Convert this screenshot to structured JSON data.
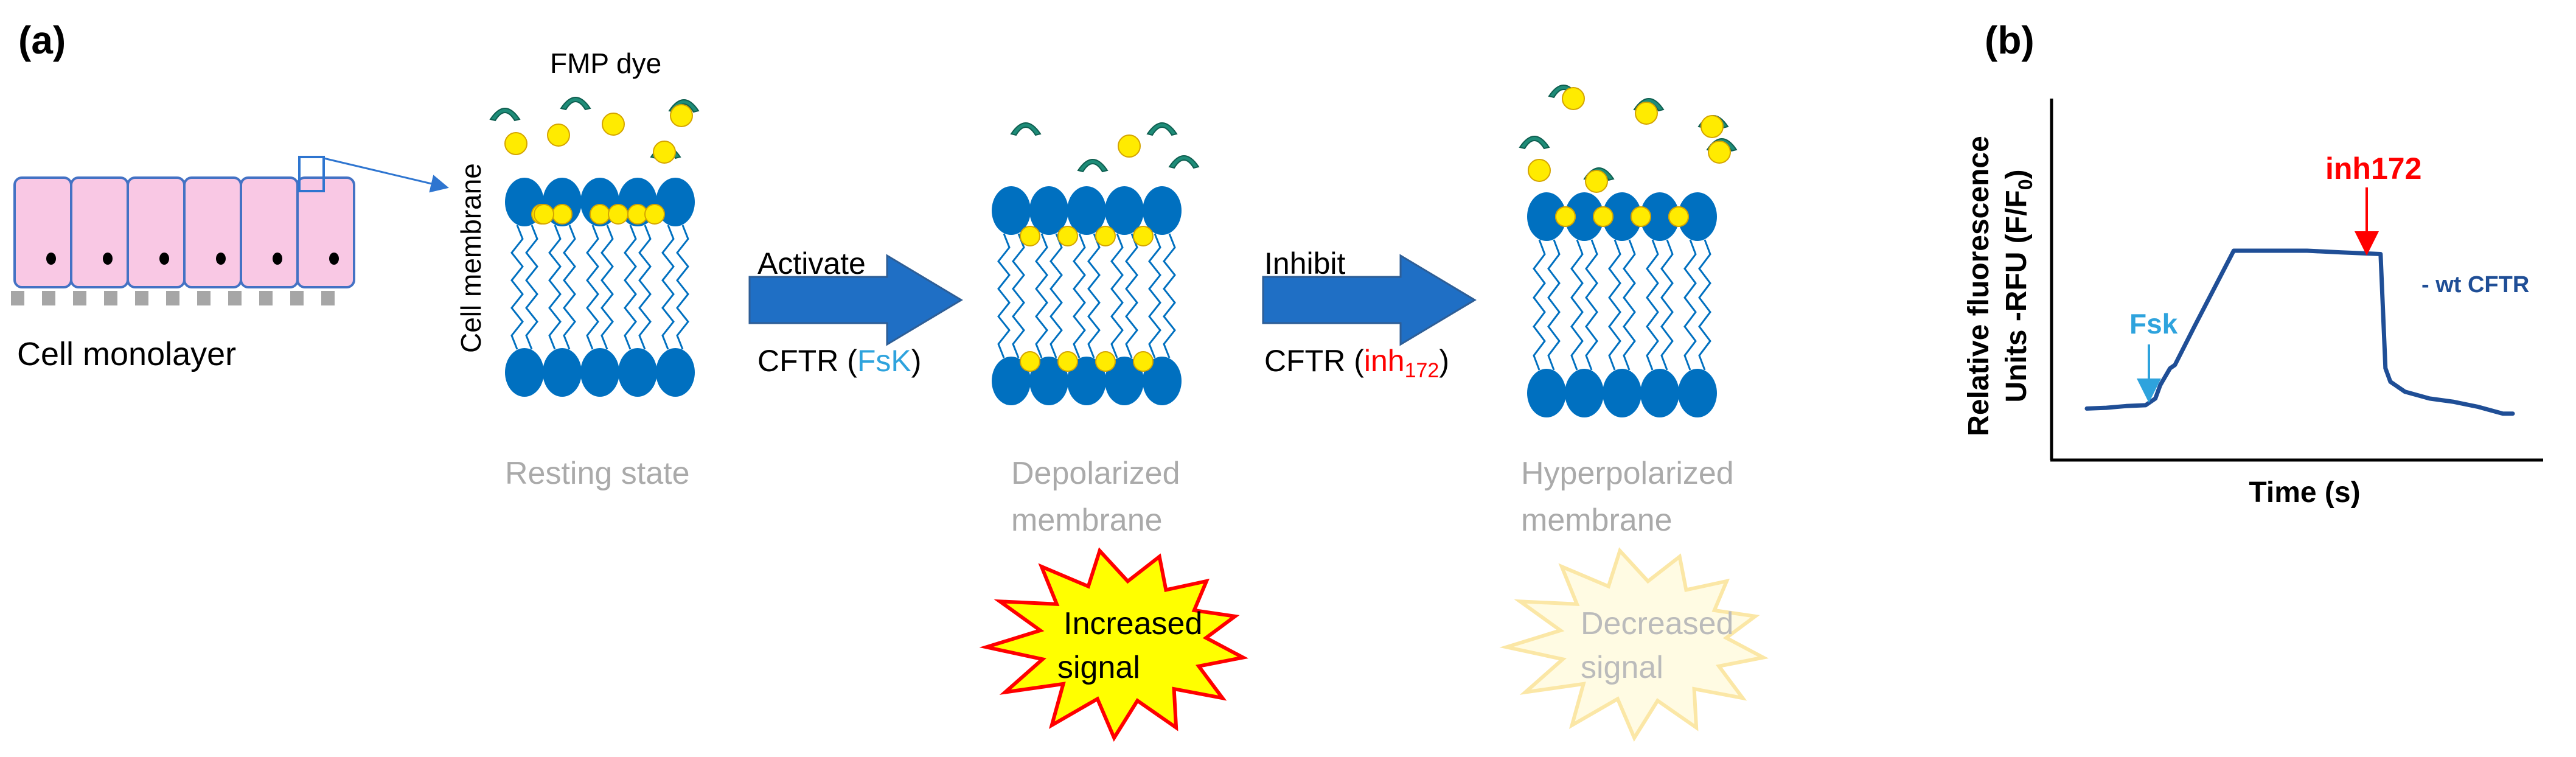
{
  "panel_a": {
    "label": "(a)",
    "dye_label": "FMP dye",
    "membrane_label": "Cell membrane",
    "monolayer_label": "Cell monolayer",
    "activate_label": "Activate",
    "activate_agent_prefix": "CFTR (",
    "activate_agent": "FsK",
    "activate_agent_suffix": ")",
    "inhibit_label": "Inhibit",
    "inhibit_agent_prefix": "CFTR (",
    "inhibit_agent_base": "inh",
    "inhibit_agent_sub": "172",
    "inhibit_agent_suffix": ")",
    "state_resting": "Resting state",
    "state_depolarized_line1": "Depolarized",
    "state_depolarized_line2": "membrane",
    "state_hyperpolarized_line1": "Hyperpolarized",
    "state_hyperpolarized_line2": "membrane",
    "burst_increased_line1": "Increased",
    "burst_increased_line2": "signal",
    "burst_decreased_line1": "Decreased",
    "burst_decreased_line2": "signal"
  },
  "panel_b": {
    "label": "(b)",
    "ylabel_line1": "Relative fluorescence",
    "ylabel_line2_prefix": "Units -RFU (F/F",
    "ylabel_line2_sub": "0",
    "ylabel_line2_suffix": ")",
    "xlabel": "Time (s)",
    "legend": "- wt CFTR",
    "annot_fsk": "Fsk",
    "annot_inh": "inh172"
  },
  "colors": {
    "membrane_blue": "#0070C0",
    "arrow_blue": "#1F6FC5",
    "dye_yellow": "#FFEB00",
    "dye_green": "#1E8C78",
    "cell_pink": "#F9C8E4",
    "fsk_blue": "#2EA3DD",
    "inh_red": "#FF0000",
    "trace_blue": "#1F4E96",
    "gray_text": "#AAAAAA",
    "burst_yellow": "#FFFF00",
    "burst_red": "#FF0000",
    "burst_faded_fill": "#FFFBE3",
    "burst_faded_stroke": "#FBE7A6"
  },
  "chart_data": {
    "type": "line",
    "xlabel": "Time (s)",
    "ylabel": "Relative fluorescence Units -RFU (F/F0)",
    "series": [
      {
        "name": "- wt CFTR",
        "x": [
          0,
          4,
          8,
          12,
          14,
          15,
          17,
          18,
          22,
          30,
          40,
          45,
          52,
          60,
          61,
          62,
          65,
          70,
          75,
          80,
          85,
          87
        ],
        "y": [
          0.06,
          0.065,
          0.075,
          0.08,
          0.12,
          0.2,
          0.3,
          0.32,
          0.55,
          1.0,
          1.0,
          1.0,
          0.99,
          0.98,
          0.3,
          0.22,
          0.16,
          0.12,
          0.1,
          0.07,
          0.03,
          0.03
        ]
      }
    ],
    "annotations": [
      {
        "text": "Fsk",
        "x": 12
      },
      {
        "text": "inh172",
        "x": 60
      }
    ],
    "ticks": "none"
  }
}
